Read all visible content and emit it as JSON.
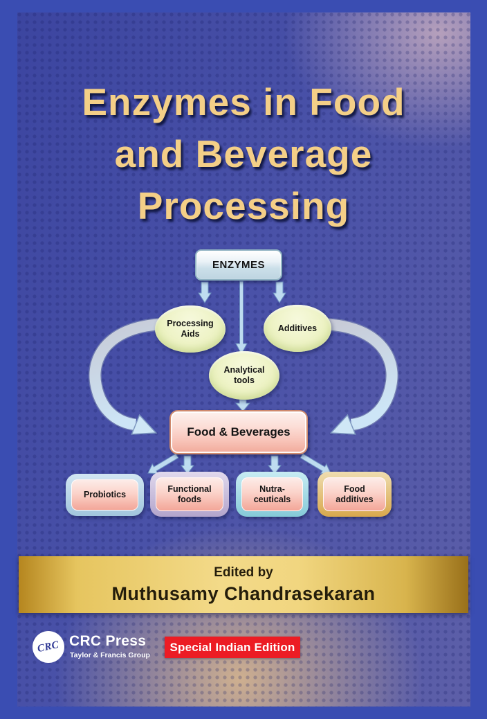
{
  "cover": {
    "title": {
      "line1": "Enzymes in Food",
      "line2": "and Beverage",
      "line3": "Processing"
    },
    "banner": {
      "edited_by_label": "Edited by",
      "editor_name": "Muthusamy Chandrasekaran"
    },
    "publisher": {
      "monogram": "CRC",
      "name": "CRC Press",
      "tagline": "Taylor & Francis Group"
    },
    "edition_badge": "Special Indian Edition"
  },
  "diagram": {
    "root": {
      "label": "ENZYMES"
    },
    "mid_nodes": [
      {
        "line1": "Processing",
        "line2": "Aids"
      },
      {
        "line1": "Additives",
        "line2": ""
      },
      {
        "line1": "Analytical",
        "line2": "tools"
      }
    ],
    "hub": {
      "label": "Food & Beverages"
    },
    "leaf_nodes": [
      {
        "line1": "Probiotics",
        "line2": ""
      },
      {
        "line1": "Functional",
        "line2": "foods"
      },
      {
        "line1": "Nutra-",
        "line2": "ceuticals"
      },
      {
        "line1": "Food",
        "line2": "additives"
      }
    ]
  },
  "colors": {
    "band_blue": "#3a4db2",
    "panel_blue": "#4a52a8",
    "title_gold": "#f4cf87",
    "banner_gold": "#f3da89",
    "badge_red": "#ec1c24",
    "node_green": "#eef3c6",
    "node_pink": "#f8c4b9",
    "arrow_blue": "#bedcf0"
  }
}
